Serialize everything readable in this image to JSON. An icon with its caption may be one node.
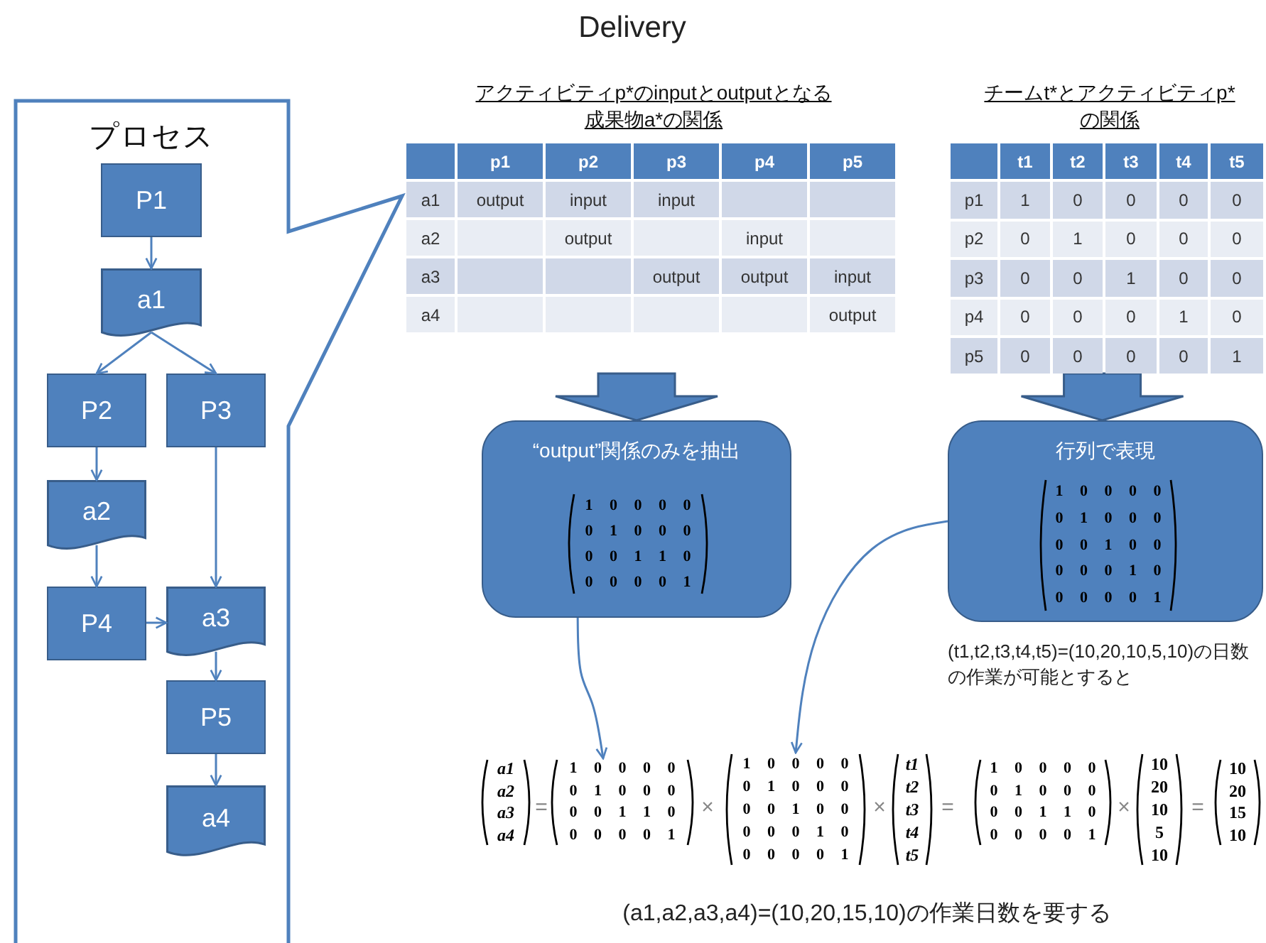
{
  "diagram": {
    "title": "Delivery",
    "caption": "(a1,a2,a3,a4)=(10,20,15,10)の作業日数を要する",
    "nodes": [
      {
        "text": [
          "プロセス"
        ]
      },
      {
        "text": [
          "P1"
        ],
        "in": 0
      },
      {
        "text": [
          "a1"
        ],
        "in": 0
      },
      {
        "text": [
          "P2"
        ],
        "in": 0
      },
      {
        "text": [
          "P3"
        ],
        "in": 0
      },
      {
        "text": [
          "a2"
        ],
        "in": 0
      },
      {
        "text": [
          "P4"
        ],
        "in": 0
      },
      {
        "text": [
          "a3"
        ],
        "in": 0
      },
      {
        "text": [
          "P5"
        ],
        "in": 0
      },
      {
        "text": [
          "a4"
        ],
        "in": 0
      },
      {
        "text": [
          "“output”関係のみを抽出",
          "1 0 0 0 0",
          "0 1 0 0 0",
          "0 0 1 1 0",
          "0 0 0 0 1"
        ]
      },
      {
        "text": [
          "行列で表現",
          "1 0 0 0 0",
          "0 1 0 0 0",
          "0 0 1 0 0",
          "0 0 0 1 0",
          "0 0 0 0 1"
        ],
        "beside": [
          "(t1,t2,t3,t4,t5)=(10,20,10,5,10)の日数の作業が可能とすると"
        ]
      },
      {
        "text": [
          "1 0 0 0 0",
          "0 1 0 0 0",
          "0 0 1 1 0",
          "0 0 0 0 1"
        ]
      },
      {
        "text": [
          "1 0 0 0 0",
          "0 1 0 0 0",
          "0 0 1 0 0",
          "0 0 0 1 0",
          "0 0 0 0 1"
        ]
      }
    ],
    "edges": [
      {
        "from": 1,
        "to": 2,
        "arrow": "to"
      },
      {
        "from": 2,
        "to": 3,
        "arrow": "to"
      },
      {
        "from": 2,
        "to": 4,
        "arrow": "to"
      },
      {
        "from": 3,
        "to": 5,
        "arrow": "to"
      },
      {
        "from": 5,
        "to": 6,
        "arrow": "to"
      },
      {
        "from": 4,
        "to": 7,
        "arrow": "to"
      },
      {
        "from": 6,
        "to": 7,
        "arrow": "to"
      },
      {
        "from": 7,
        "to": 8,
        "arrow": "to"
      },
      {
        "from": 8,
        "to": 9,
        "arrow": "to"
      },
      {
        "from": 10,
        "to": 12,
        "arrow": "to"
      },
      {
        "from": 11,
        "to": 13,
        "arrow": "to"
      },
      {
        "from": null,
        "to": 10,
        "arrow": "to",
        "style": "thick"
      },
      {
        "from": null,
        "to": 11,
        "arrow": "to",
        "style": "thick"
      }
    ],
    "labels": [
      "アクティビティp*のinputとoutputとなる成果物a*の関係",
      "チームt*とアクティビティp*の関係",
      "p1",
      "p2",
      "p3",
      "p4",
      "p5",
      "a1",
      "output",
      "input",
      "input",
      "a2",
      "output",
      "input",
      "a3",
      "output",
      "output",
      "input",
      "a4",
      "output",
      "t1",
      "t2",
      "t3",
      "t4",
      "t5",
      "p1",
      "1",
      "0",
      "0",
      "0",
      "0",
      "p2",
      "0",
      "1",
      "0",
      "0",
      "0",
      "p3",
      "0",
      "0",
      "1",
      "0",
      "0",
      "p4",
      "0",
      "0",
      "0",
      "1",
      "0",
      "p5",
      "0",
      "0",
      "0",
      "0",
      "1",
      "a1",
      "a2",
      "a3",
      "a4",
      "=",
      "×",
      "×",
      "t1",
      "t2",
      "t3",
      "t4",
      "t5",
      "=",
      "1 0 0 0 0",
      "0 1 0 0 0",
      "0 0 1 1 0",
      "0 0 0 0 1",
      "×",
      "10",
      "20",
      "10",
      "5",
      "10",
      "=",
      "10",
      "20",
      "15",
      "10"
    ]
  }
}
